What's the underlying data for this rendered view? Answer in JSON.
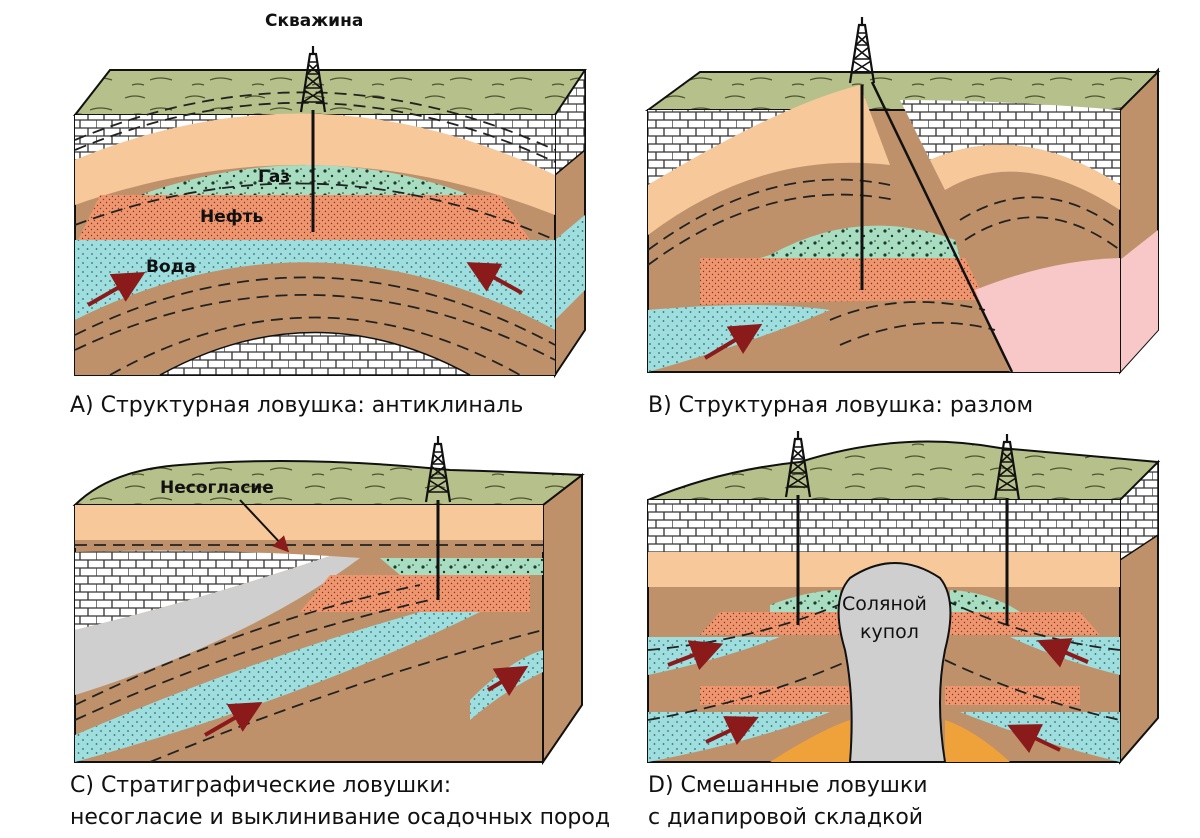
{
  "panels": [
    {
      "id": "A",
      "caption": "A) Структурная ловушка: антиклиналь",
      "labels": {
        "well": "Скважина",
        "gas": "Газ",
        "oil": "Нефть",
        "water": "Вода"
      }
    },
    {
      "id": "B",
      "caption": "B) Структурная ловушка: разлом"
    },
    {
      "id": "C",
      "caption_line1": "C) Стратиграфические ловушки:",
      "caption_line2": "несогласие и выклинивание осадочных пород",
      "labels": {
        "unconformity": "Несогласие"
      }
    },
    {
      "id": "D",
      "caption_line1": "D) Смешанные ловушки",
      "caption_line2": "с диапировой складкой",
      "labels": {
        "salt_dome_line1": "Соляной",
        "salt_dome_line2": "купол"
      }
    }
  ],
  "colors": {
    "surface": "#b5c08a",
    "sand": "#f7c89a",
    "shale": "#bf916a",
    "limestone": "#ffffff",
    "gas": "#a9ddc2",
    "oil": "#ef9670",
    "water": "#9edede",
    "salt": "#cfcfcf",
    "fault_block": "#f8c8c8",
    "orange_layer": "#f0a23a",
    "arrow": "#8b1a1a"
  }
}
